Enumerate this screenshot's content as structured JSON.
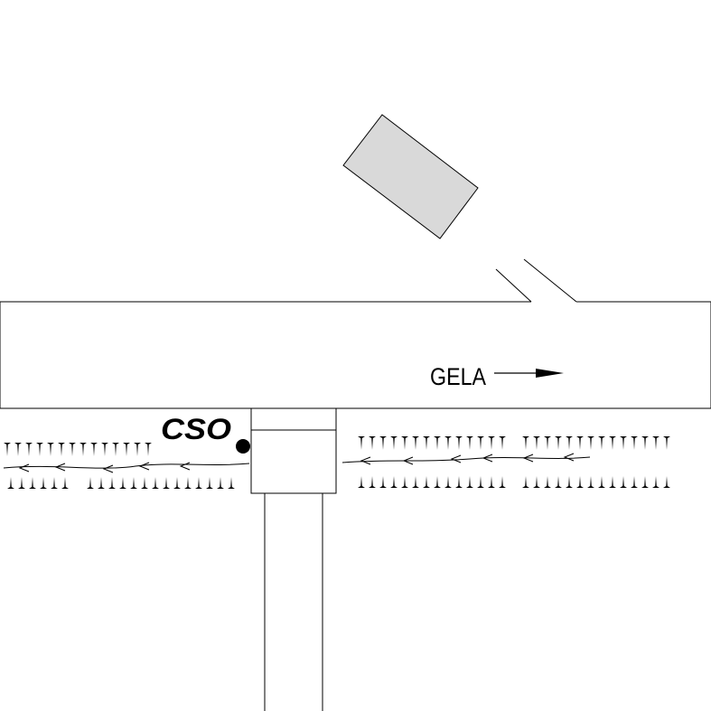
{
  "labels": {
    "flow_street": "GELA",
    "monitoring_point": "CSO"
  },
  "colors": {
    "stroke": "#000000",
    "building_fill": "#d9d9d9",
    "background": "#ffffff"
  },
  "icons": {
    "flow_arrow": "arrow-right",
    "monitoring_point": "filled-circle",
    "curb_marks": "downward-triangle"
  }
}
